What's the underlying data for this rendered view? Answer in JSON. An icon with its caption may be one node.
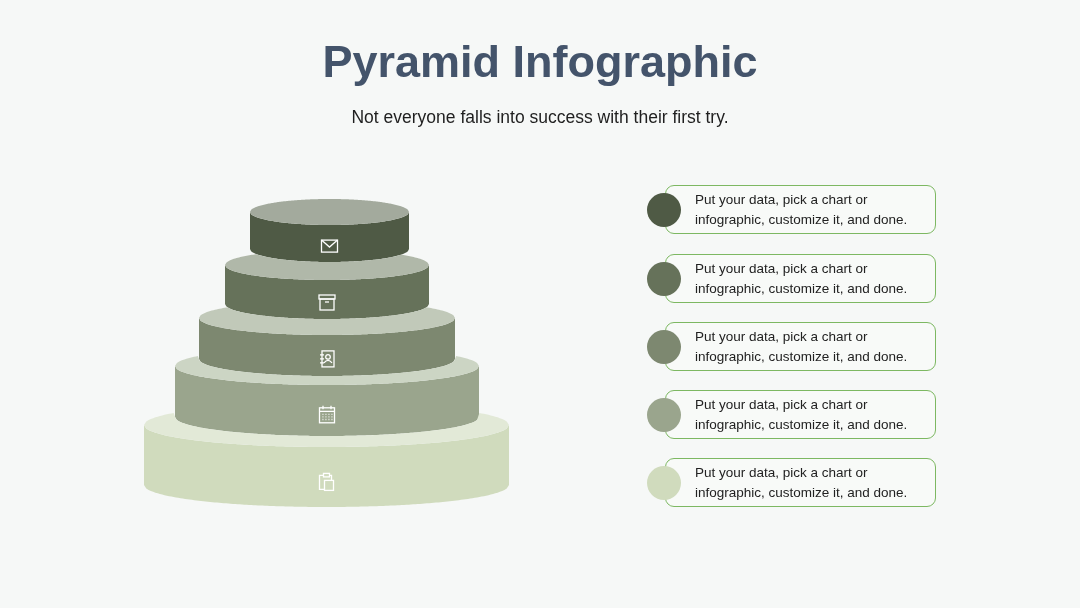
{
  "diagram": {
    "title": "Pyramid Infographic",
    "labels": [
      "Not everyone falls into success with their first try."
    ],
    "nodes": [
      {
        "text": [],
        "shape": "cylinder"
      },
      {
        "text": [],
        "shape": "cylinder"
      },
      {
        "text": [],
        "shape": "cylinder"
      },
      {
        "text": [],
        "shape": "cylinder"
      },
      {
        "text": [],
        "shape": "cylinder"
      },
      {
        "text": [
          "Put your data, pick a chart or infographic, customize it, and done."
        ]
      },
      {
        "text": [
          "Put your data, pick a chart or infographic, customize it, and done."
        ]
      },
      {
        "text": [
          "Put your data, pick a chart or infographic, customize it, and done."
        ]
      },
      {
        "text": [
          "Put your data, pick a chart or infographic, customize it, and done."
        ]
      },
      {
        "text": [
          "Put your data, pick a chart or infographic, customize it, and done."
        ]
      }
    ]
  }
}
